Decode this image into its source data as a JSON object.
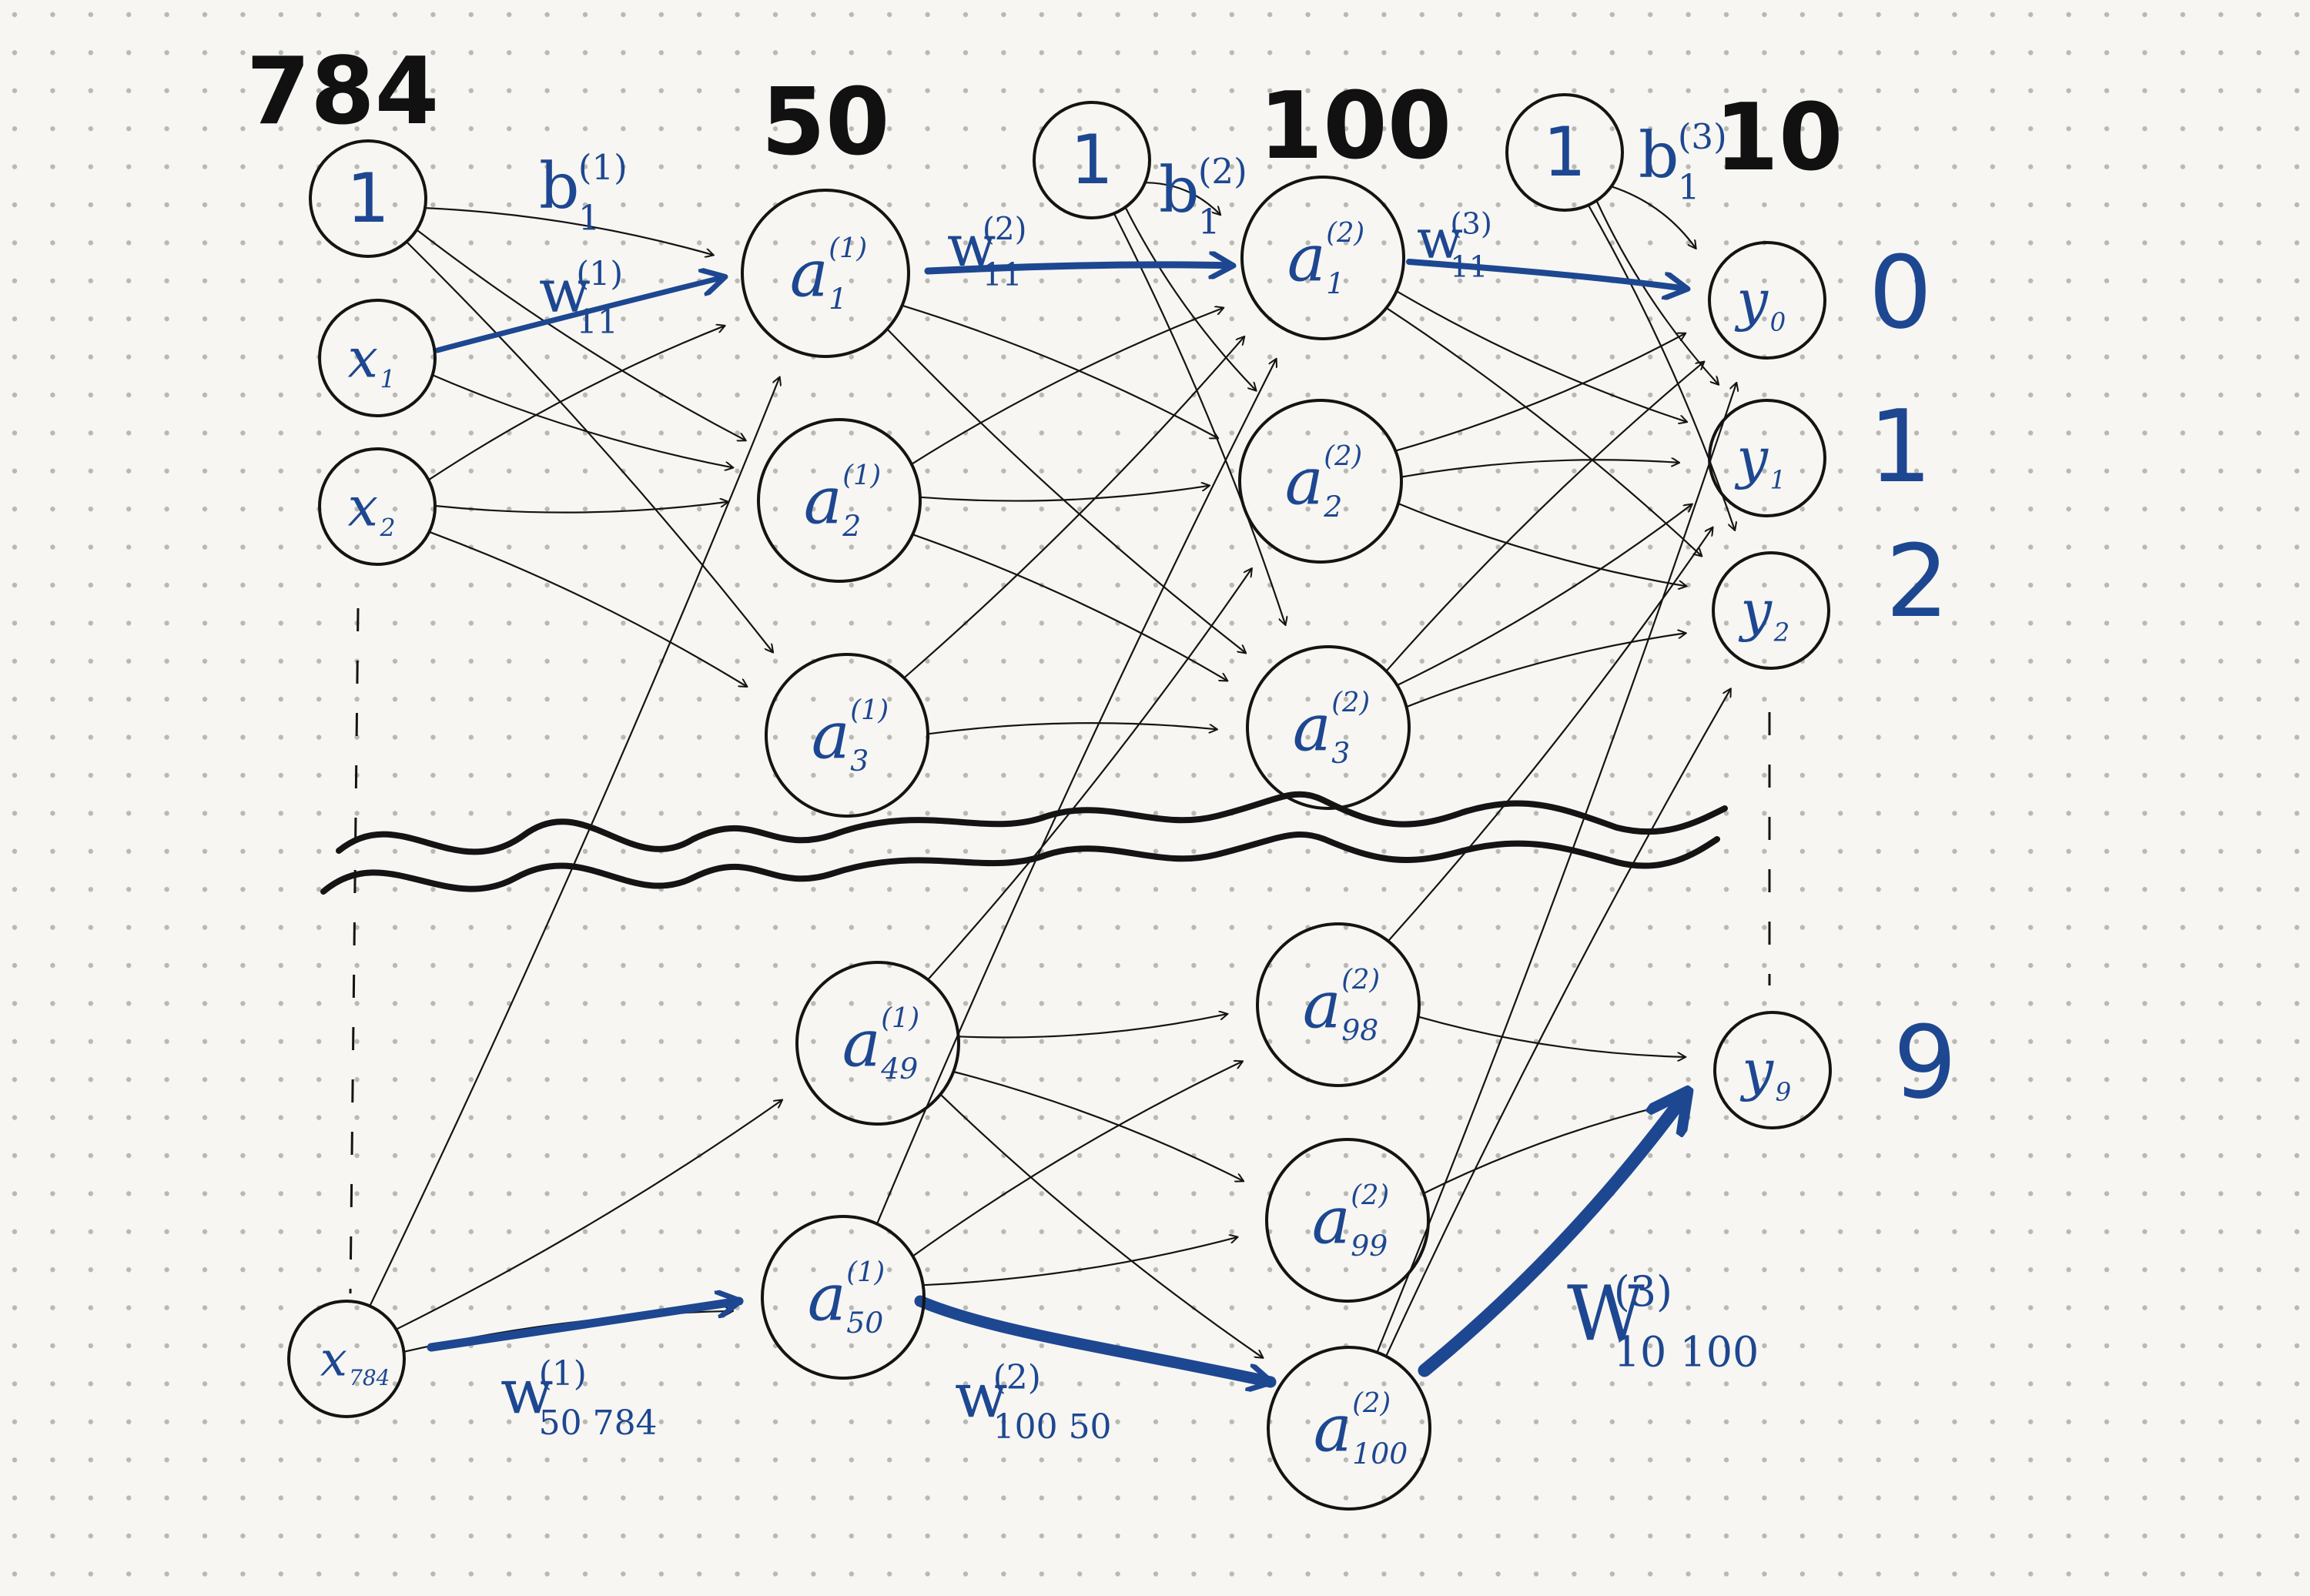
{
  "layer_sizes": {
    "input": "784",
    "hidden1": "50",
    "hidden2": "100",
    "output": "10"
  },
  "bias_units": {
    "input": "1",
    "hidden1": "1",
    "hidden2": "1"
  },
  "input_nodes": [
    {
      "base": "x",
      "sub": "1"
    },
    {
      "base": "x",
      "sub": "2"
    },
    {
      "base": "x",
      "sub": "784"
    }
  ],
  "hidden1_nodes": [
    {
      "base": "a",
      "sub": "1",
      "sup": "(1)"
    },
    {
      "base": "a",
      "sub": "2",
      "sup": "(1)"
    },
    {
      "base": "a",
      "sub": "3",
      "sup": "(1)"
    },
    {
      "base": "a",
      "sub": "49",
      "sup": "(1)"
    },
    {
      "base": "a",
      "sub": "50",
      "sup": "(1)"
    }
  ],
  "hidden2_nodes": [
    {
      "base": "a",
      "sub": "1",
      "sup": "(2)"
    },
    {
      "base": "a",
      "sub": "2",
      "sup": "(2)"
    },
    {
      "base": "a",
      "sub": "3",
      "sup": "(2)"
    },
    {
      "base": "a",
      "sub": "98",
      "sup": "(2)"
    },
    {
      "base": "a",
      "sub": "99",
      "sup": "(2)"
    },
    {
      "base": "a",
      "sub": "100",
      "sup": "(2)"
    }
  ],
  "output_nodes": [
    {
      "base": "y",
      "sub": "0"
    },
    {
      "base": "y",
      "sub": "1"
    },
    {
      "base": "y",
      "sub": "2"
    },
    {
      "base": "y",
      "sub": "9"
    }
  ],
  "class_labels": [
    "0",
    "1",
    "2",
    "9"
  ],
  "bias_weight_labels": [
    {
      "base": "b",
      "sub": "1",
      "sup": "(1)"
    },
    {
      "base": "b",
      "sub": "1",
      "sup": "(2)"
    },
    {
      "base": "b",
      "sub": "1",
      "sup": "(3)"
    }
  ],
  "weight_labels": [
    {
      "base": "w",
      "sub": "11",
      "sup": "(1)"
    },
    {
      "base": "w",
      "sub": "11",
      "sup": "(2)"
    },
    {
      "base": "w",
      "sub": "11",
      "sup": "(3)"
    },
    {
      "base": "w",
      "sub": "50 784",
      "sup": "(1)"
    },
    {
      "base": "w",
      "sub": "100 50",
      "sup": "(2)"
    },
    {
      "base": "W",
      "sub": "10 100",
      "sup": "(3)"
    }
  ],
  "colors": {
    "ink": "#141414",
    "pen_blue": "#1d4791",
    "paper": "#f7f6f2",
    "dot_grid": "#b9b9b4"
  }
}
